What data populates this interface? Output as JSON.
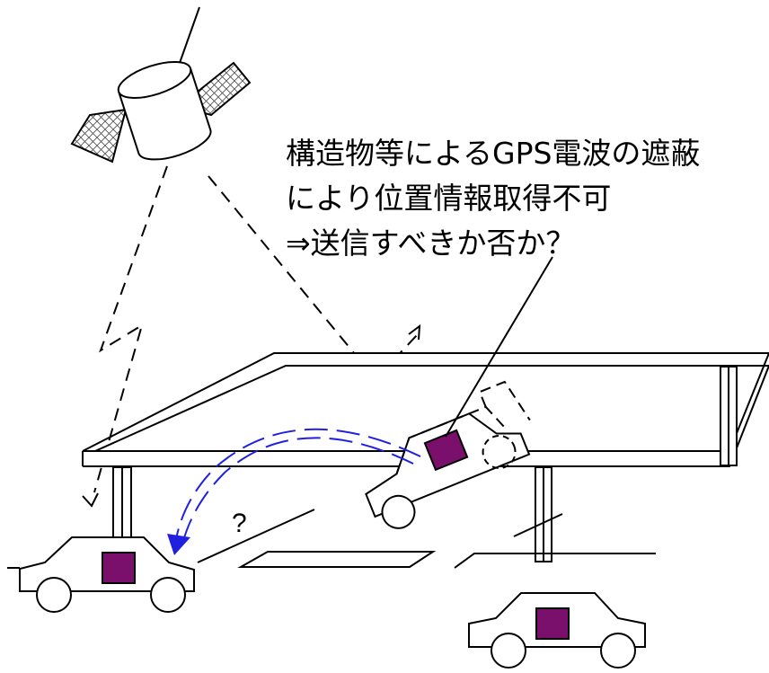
{
  "caption": {
    "line1": "構造物等によるGPS電波の遮蔽",
    "line2": "により位置情報取得不可",
    "line3": "⇒送信すべきか否か？"
  },
  "question_mark": "?",
  "colors": {
    "receiver": "#7a0f6c",
    "path_arrow": "#2020e0",
    "line": "#000000"
  }
}
